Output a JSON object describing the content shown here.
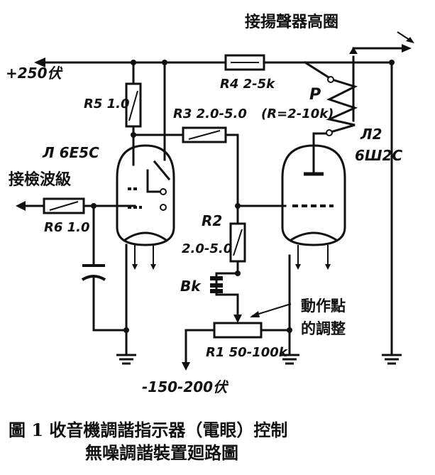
{
  "labels": {
    "speaker": "接揚聲器高圈",
    "supply_plus": "+250伏",
    "r4": "R4 2-5k",
    "r5": "R5 1.0",
    "r3": "R3 2.0-5.0",
    "r3_alt": "(R=2-10k)",
    "p": "P",
    "tube1": "Л 6E5C",
    "tube2_a": "Л2",
    "tube2_b": "6Ш2C",
    "detector": "接檢波級",
    "r6": "R6 1.0",
    "r2_a": "R2",
    "r2_b": "2.0-5.0",
    "r1": "R1 50-100k",
    "bk": "Bk",
    "action_a": "動作點",
    "action_b": "的調整",
    "supply_minus": "-150-200伏"
  },
  "caption": {
    "line1": "圖 1   收音機調諧指示器（電眼）控制",
    "line2": "無噪調諧裝置廻路圖"
  }
}
